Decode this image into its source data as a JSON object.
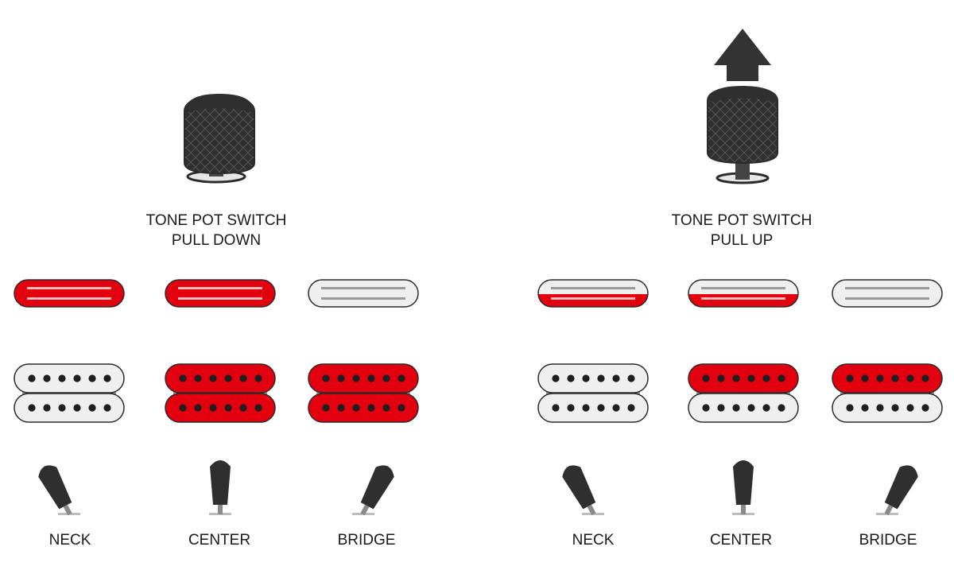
{
  "colors": {
    "active_red": "#e2000f",
    "inactive_white": "#efefef",
    "outline": "#2b2b2b",
    "knob_dark": "#2f2f2f",
    "pole_dark": "#1f1f1f",
    "blade_gray": "#9a9a9a"
  },
  "panels": [
    {
      "title_line1": "TONE POT SWITCH",
      "title_line2": "PULL DOWN",
      "knob_state": "down",
      "positions": [
        {
          "label": "NECK",
          "lever": "neck",
          "single_coil": "full",
          "humbucker_top": "white",
          "humbucker_bottom": "white"
        },
        {
          "label": "CENTER",
          "lever": "center",
          "single_coil": "full",
          "humbucker_top": "red",
          "humbucker_bottom": "red"
        },
        {
          "label": "BRIDGE",
          "lever": "bridge",
          "single_coil": "none",
          "humbucker_top": "red",
          "humbucker_bottom": "red"
        }
      ]
    },
    {
      "title_line1": "TONE POT SWITCH",
      "title_line2": "PULL UP",
      "knob_state": "up",
      "positions": [
        {
          "label": "NECK",
          "lever": "neck",
          "single_coil": "half",
          "humbucker_top": "white",
          "humbucker_bottom": "white"
        },
        {
          "label": "CENTER",
          "lever": "center",
          "single_coil": "half",
          "humbucker_top": "red",
          "humbucker_bottom": "white"
        },
        {
          "label": "BRIDGE",
          "lever": "bridge",
          "single_coil": "none",
          "humbucker_top": "red",
          "humbucker_bottom": "white"
        }
      ]
    }
  ]
}
